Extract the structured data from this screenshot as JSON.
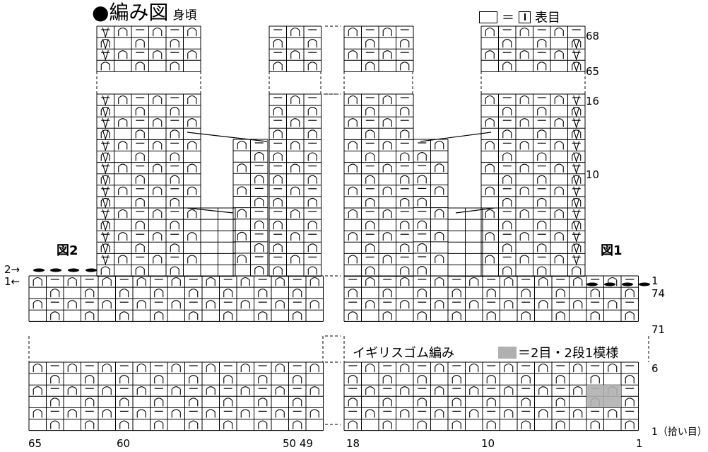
{
  "title": "●編み図",
  "subtitle": "身頃",
  "legend": {
    "eq": "＝",
    "label": "表目"
  },
  "row_labels": {
    "r68": "68",
    "r65": "65",
    "r16": "16",
    "r10": "10",
    "r1top": "1",
    "r74": "74",
    "r71": "71",
    "r6": "6",
    "r1bottom": "1（拾い目）"
  },
  "col_labels": {
    "c65": "65",
    "c60": "60",
    "c5049": "50 49",
    "c18": "18",
    "c10": "10",
    "c1": "1"
  },
  "figures": {
    "fig1": "図1",
    "fig2": "図2"
  },
  "arrows": {
    "a2": "2→",
    "a1": "1←"
  },
  "ribbing_note": "イギリスゴム編み",
  "repeat_note": "＝2目・2段1模様",
  "colors": {
    "line": "#000000",
    "gray": "#b0b0b0"
  }
}
